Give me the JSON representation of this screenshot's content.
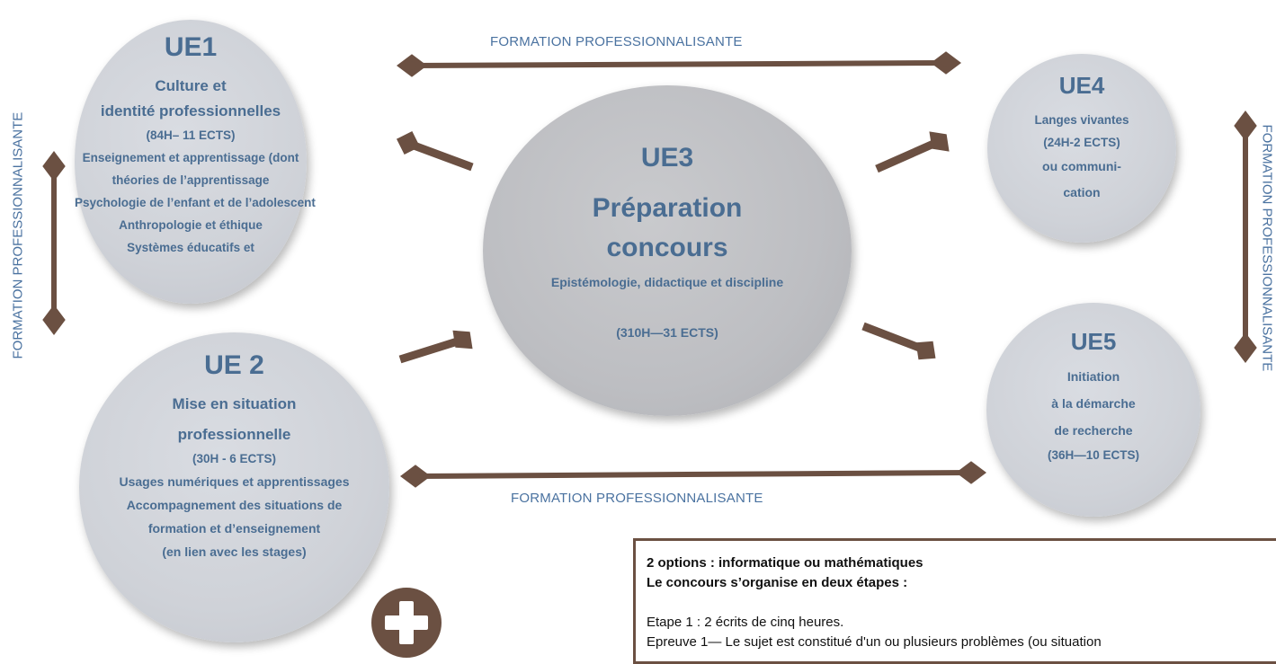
{
  "banners": {
    "top": "FORMATION PROFESSIONNALISANTE",
    "bottom": "FORMATION PROFESSIONNALISANTE",
    "left": "FORMATION PROFESSIONNALISANTE",
    "right": "FORMATION PROFESSIONNALISANTE"
  },
  "ue1": {
    "title": "UE1",
    "lines": [
      "Culture et",
      "identité professionnelles",
      "(84H– 11 ECTS)",
      "Enseignement et apprentissage (dont",
      "théories de l’apprentissage",
      "Psychologie de l’enfant et de l’adolescent",
      "Anthropologie et éthique",
      "Systèmes éducatifs et"
    ]
  },
  "ue2": {
    "title": "UE 2",
    "lines": [
      "Mise en situation",
      "professionnelle",
      "(30H - 6 ECTS)",
      "Usages numériques et apprentissages",
      "Accompagnement des situations de",
      "formation et d’enseignement",
      "(en lien avec les stages)"
    ]
  },
  "ue3": {
    "title": "UE3",
    "heading1": "Préparation",
    "heading2": "concours",
    "subtitle": "Epistémologie, didactique et discipline",
    "hours": "(310H—31 ECTS)"
  },
  "ue4": {
    "title": "UE4",
    "lines": [
      "Langes vivantes",
      "(24H-2 ECTS)",
      "ou communi-",
      "cation"
    ]
  },
  "ue5": {
    "title": "UE5",
    "lines": [
      "Initiation",
      "à la démarche",
      "de recherche",
      "(36H—10 ECTS)"
    ]
  },
  "infobox": {
    "line1": "2 options : informatique ou mathématiques",
    "line2": "Le concours s’organise en deux étapes :",
    "line3": "Etape 1 : 2 écrits de cinq heures.",
    "line4": "Epreuve  1— Le sujet est constitué d'un ou plusieurs problèmes (ou situation"
  },
  "colors": {
    "connector": "#6b5042",
    "text_blue": "#4a6d92",
    "circle_fill": "#cfd2d8"
  },
  "icons": {
    "expand": "plus-icon"
  }
}
